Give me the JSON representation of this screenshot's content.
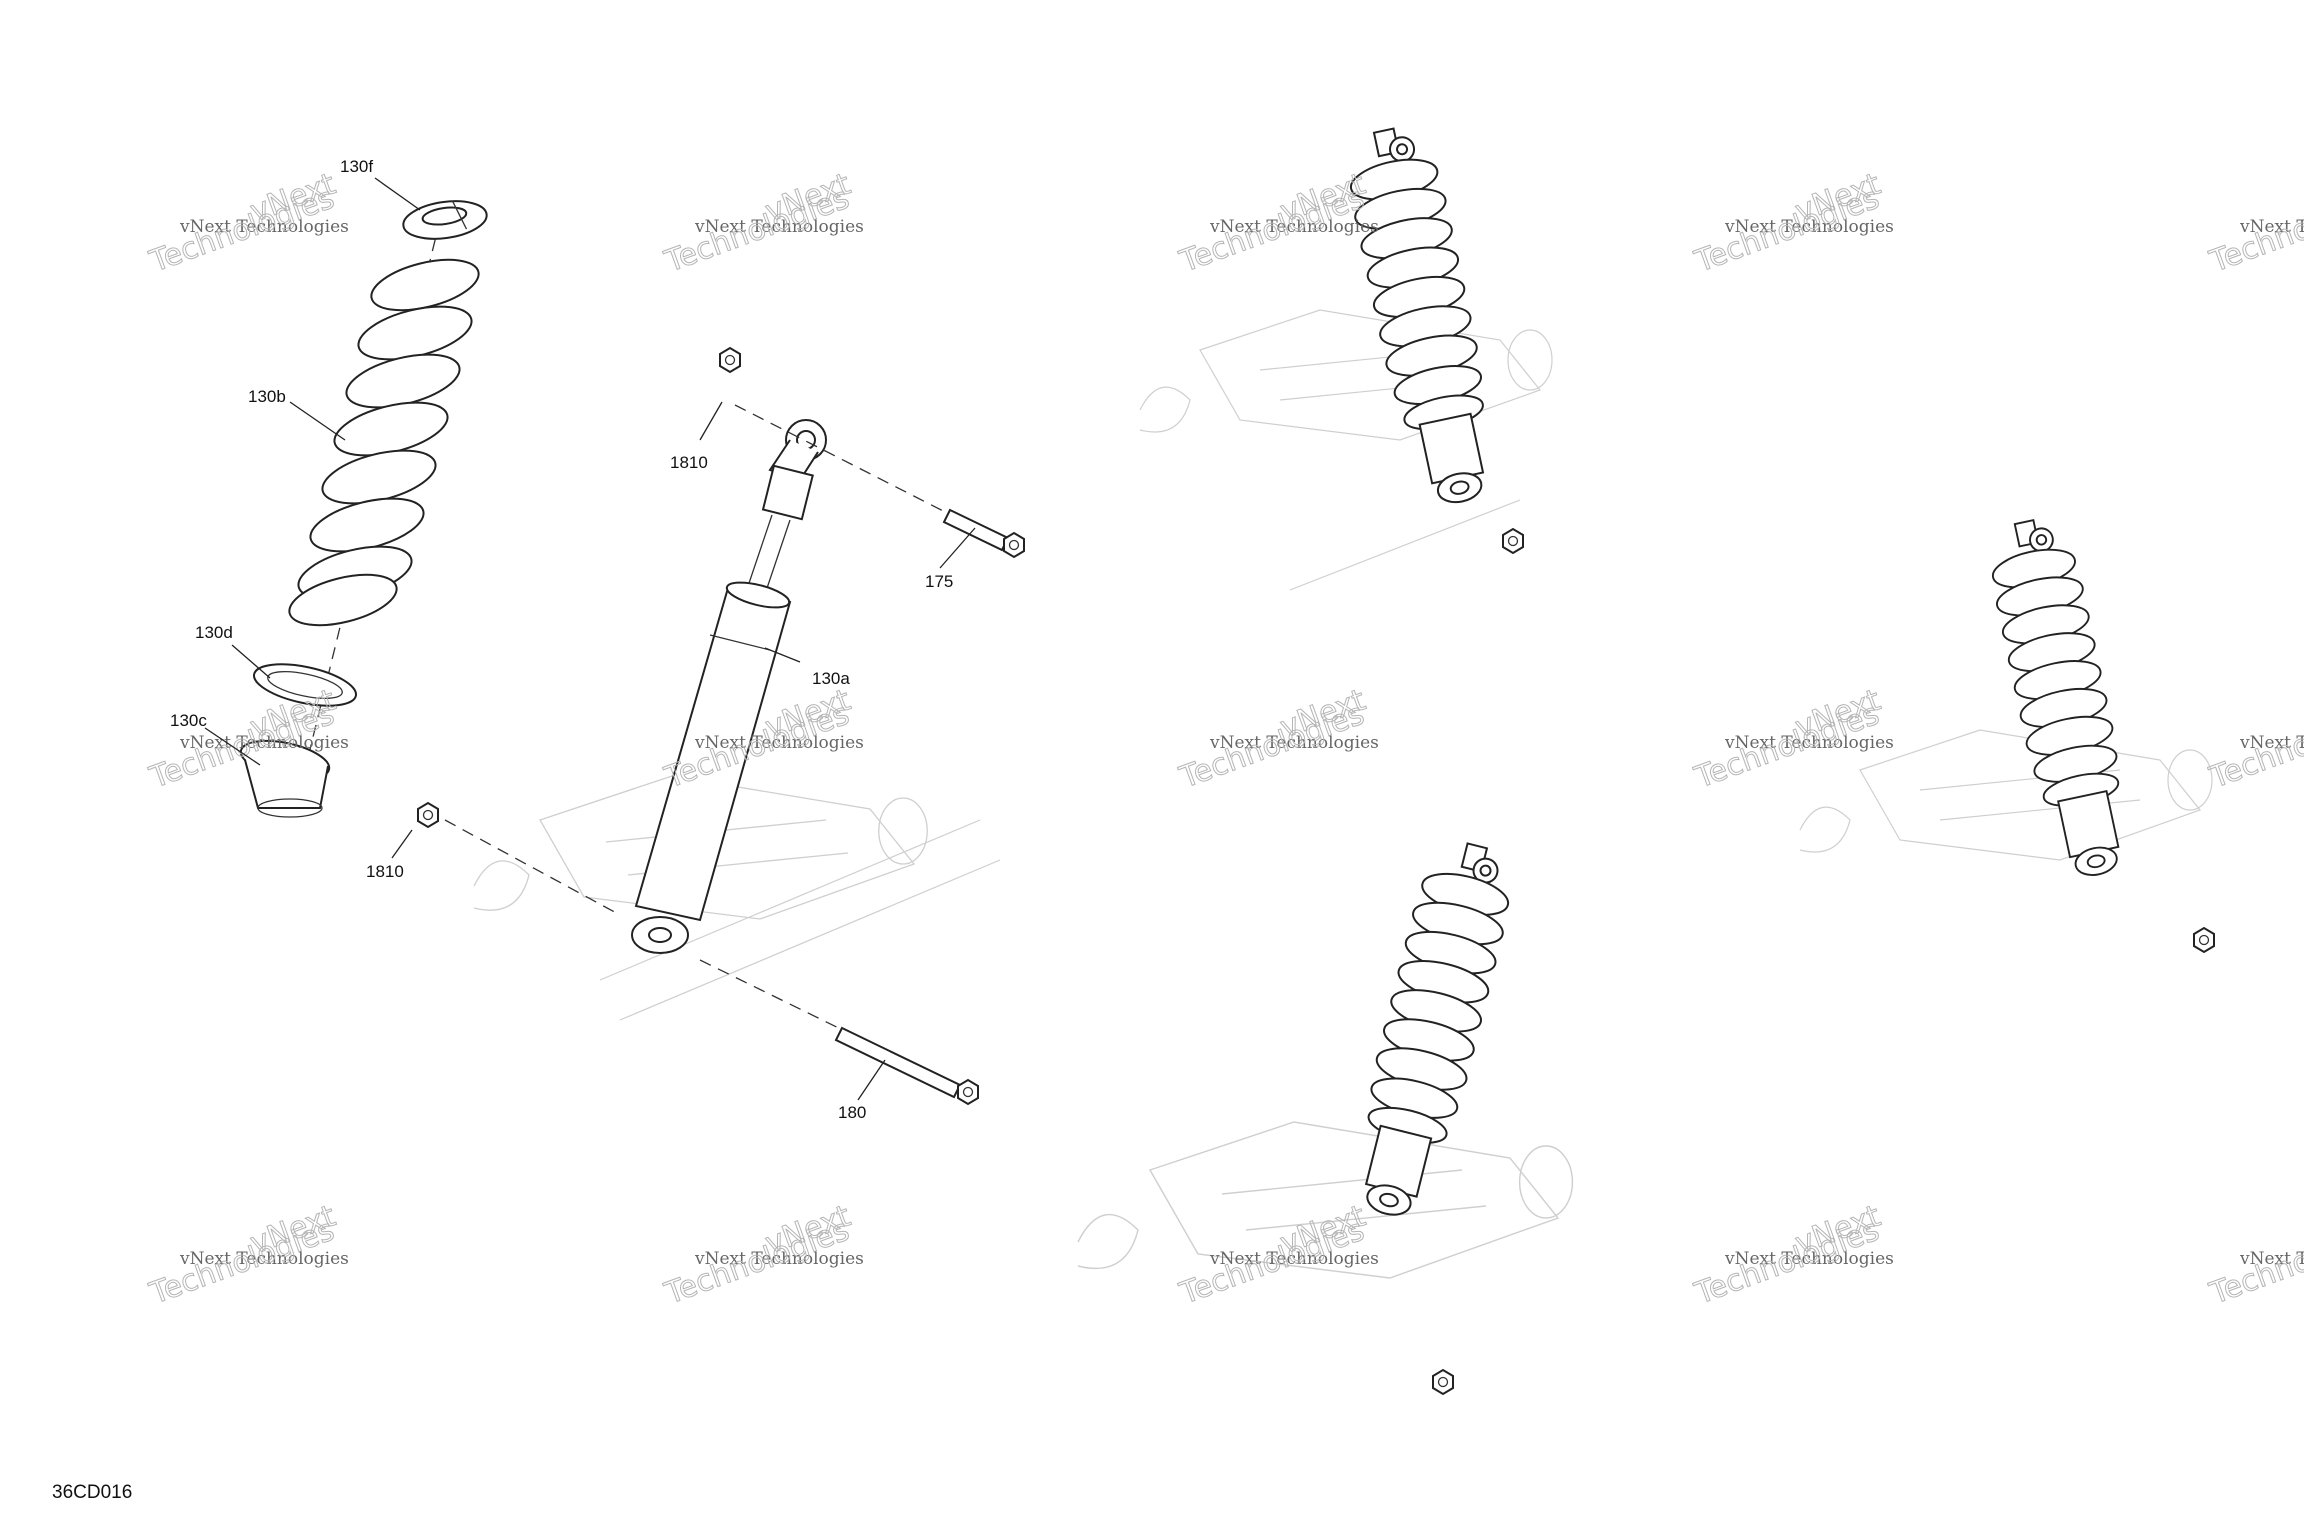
{
  "diagram": {
    "reference_code": "36CD016",
    "callouts": [
      {
        "id": "130f",
        "label": "130f"
      },
      {
        "id": "130b",
        "label": "130b"
      },
      {
        "id": "130d",
        "label": "130d"
      },
      {
        "id": "130c",
        "label": "130c"
      },
      {
        "id": "1810_top",
        "label": "1810"
      },
      {
        "id": "1810_bottom",
        "label": "1810"
      },
      {
        "id": "175",
        "label": "175"
      },
      {
        "id": "130a",
        "label": "130a"
      },
      {
        "id": "180",
        "label": "180"
      }
    ],
    "watermark": {
      "line1": "vNext Technologies",
      "line2": "vNext",
      "line3": "Technologies"
    }
  }
}
